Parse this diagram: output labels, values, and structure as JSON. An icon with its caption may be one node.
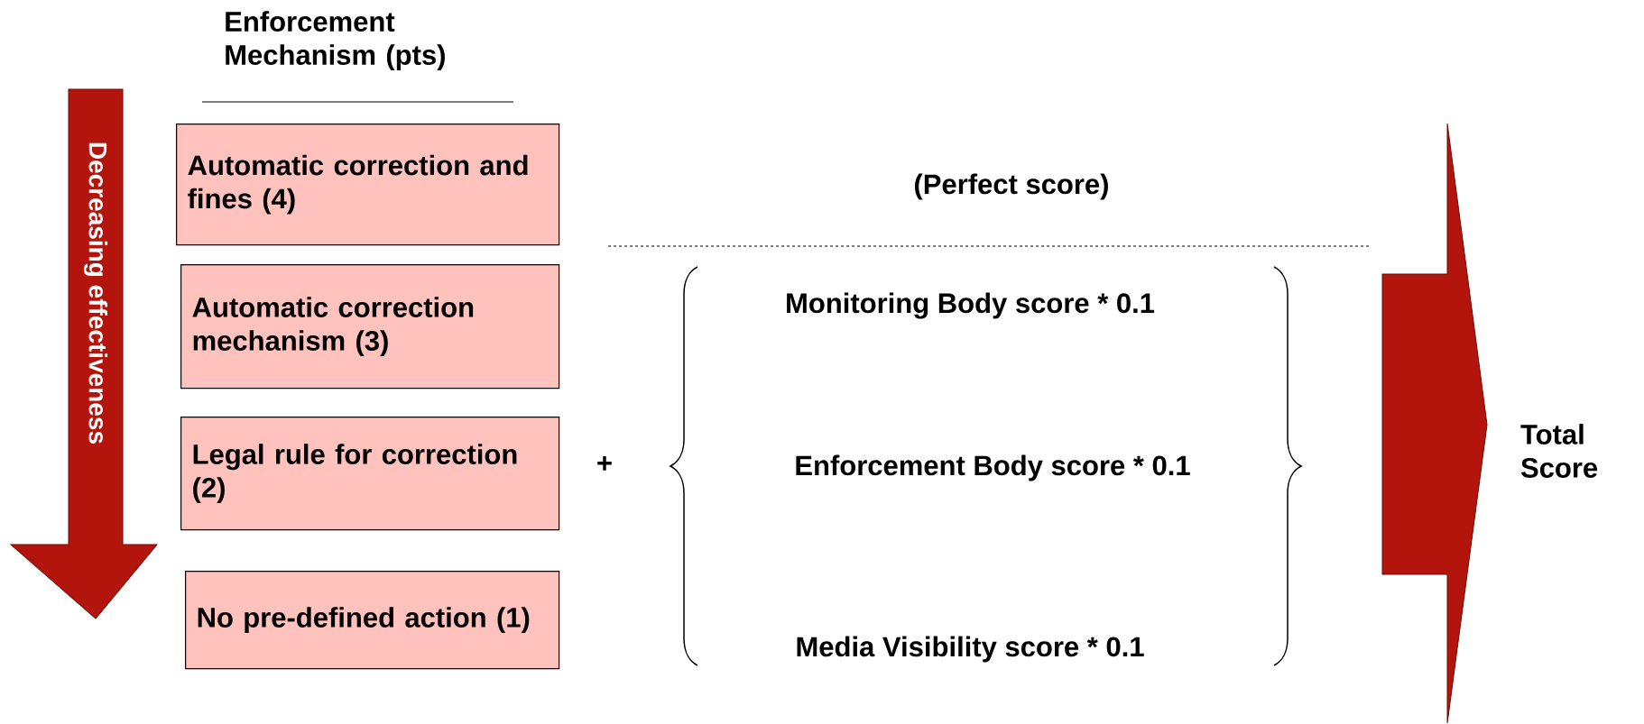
{
  "diagram": {
    "nodes": [
      {
        "text": [
          "Automatic correction and fines (4)"
        ]
      },
      {
        "text": [
          "Automatic correction mechanism (3)"
        ]
      },
      {
        "text": [
          "Legal rule for correction (2)"
        ]
      },
      {
        "text": [
          "No pre-defined action (1)"
        ]
      }
    ],
    "labels": [
      "Enforcement Mechanism (pts)",
      "Decreasing effectiveness",
      "(Perfect score)",
      "+",
      "Monitoring Body score * 0.1",
      "Enforcement Body score * 0.1",
      "Media Visibility score * 0.1",
      "Total Score"
    ]
  }
}
